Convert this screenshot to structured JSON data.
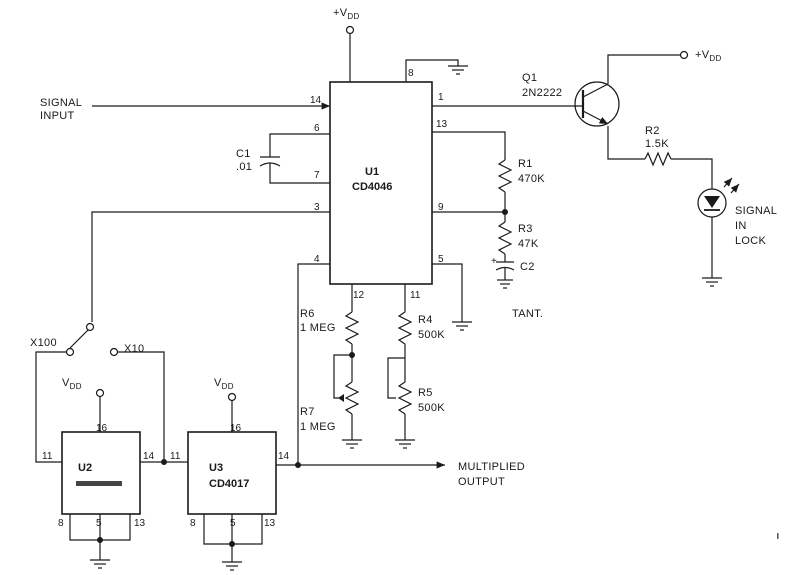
{
  "supply": {
    "vdd_top": "+V",
    "vdd_top_sub": "DD",
    "vdd_q1": "+V",
    "vdd_q1_sub": "DD",
    "vdd_u2": "V",
    "vdd_u2_sub": "DD",
    "vdd_u3": "V",
    "vdd_u3_sub": "DD"
  },
  "u1": {
    "ref": "U1",
    "part": "CD4046",
    "pins": {
      "p14": "14",
      "p6": "6",
      "p7": "7",
      "p3": "3",
      "p4": "4",
      "p8": "8",
      "p1": "1",
      "p13": "13",
      "p9": "9",
      "p5": "5",
      "p12": "12",
      "p11": "11"
    }
  },
  "u2": {
    "ref": "U2",
    "pins": {
      "p16": "16",
      "p11": "11",
      "p14": "14",
      "p8": "8",
      "p5": "5",
      "p13": "13"
    }
  },
  "u3": {
    "ref": "U3",
    "part": "CD4017",
    "pins": {
      "p16": "16",
      "p11": "11",
      "p14": "14",
      "p8": "8",
      "p5": "5",
      "p13": "13"
    }
  },
  "components": {
    "c1_ref": "C1",
    "c1_val": ".01",
    "c2_ref": "C2",
    "c2_note": "TANT.",
    "r1_ref": "R1",
    "r1_val": "470K",
    "r2_ref": "R2",
    "r2_val": "1.5K",
    "r3_ref": "R3",
    "r3_val": "47K",
    "r4_ref": "R4",
    "r4_val": "500K",
    "r5_ref": "R5",
    "r5_val": "500K",
    "r6_ref": "R6",
    "r6_val": "1 MEG",
    "r7_ref": "R7",
    "r7_val": "1 MEG",
    "q1_ref": "Q1",
    "q1_part": "2N2222"
  },
  "labels": {
    "signal_input_1": "SIGNAL",
    "signal_input_2": "INPUT",
    "signal_lock_1": "SIGNAL",
    "signal_lock_2": "IN",
    "signal_lock_3": "LOCK",
    "x100": "X100",
    "x10": "X10",
    "mult_out_1": "MULTIPLIED",
    "mult_out_2": "OUTPUT"
  },
  "colors": {
    "ink": "#1a1a1a",
    "paper": "#ffffff"
  }
}
